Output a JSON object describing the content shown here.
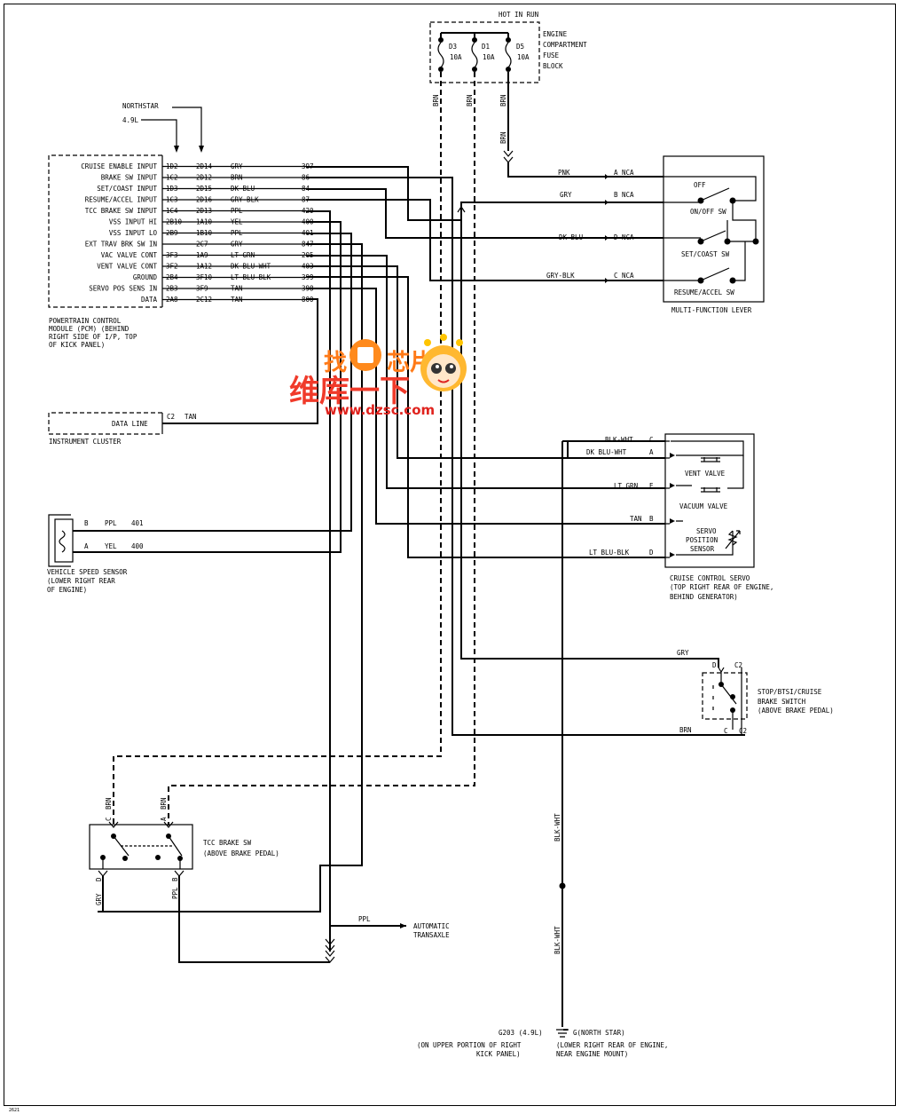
{
  "fuse_block": {
    "hot_label": "HOT IN RUN",
    "name_lines": [
      "ENGINE",
      "COMPARTMENT",
      "FUSE",
      "BLOCK"
    ],
    "fuses": [
      {
        "id": "D3",
        "rating": "10A"
      },
      {
        "id": "D1",
        "rating": "10A"
      },
      {
        "id": "D5",
        "rating": "10A"
      }
    ],
    "wire_labels": [
      "BRN",
      "BRN",
      "BRN",
      "BRN"
    ]
  },
  "engine_variants": [
    "NORTHSTAR",
    "4.9L"
  ],
  "pcm": {
    "pins": [
      {
        "label": "CRUISE ENABLE INPUT",
        "c1": "1D2",
        "c2": "2D14",
        "color": "GRY",
        "circuit": "397"
      },
      {
        "label": "BRAKE SW INPUT",
        "c1": "1C2",
        "c2": "2D12",
        "color": "BRN",
        "circuit": "86"
      },
      {
        "label": "SET/COAST INPUT",
        "c1": "1D3",
        "c2": "2D15",
        "color": "DK BLU",
        "circuit": "84"
      },
      {
        "label": "RESUME/ACCEL INPUT",
        "c1": "1C3",
        "c2": "2D16",
        "color": "GRY-BLK",
        "circuit": "87"
      },
      {
        "label": "TCC BRAKE SW INPUT",
        "c1": "1C4",
        "c2": "2D13",
        "color": "PPL",
        "circuit": "420"
      },
      {
        "label": "VSS INPUT HI",
        "c1": "2B10",
        "c2": "1A10",
        "color": "YEL",
        "circuit": "400"
      },
      {
        "label": "VSS INPUT LO",
        "c1": "2B9",
        "c2": "1B10",
        "color": "PPL",
        "circuit": "401"
      },
      {
        "label": "EXT TRAV BRK SW IN",
        "c1": "",
        "c2": "2C7",
        "color": "GRY",
        "circuit": "847"
      },
      {
        "label": "VAC VALVE CONT",
        "c1": "3F3",
        "c2": "1A9",
        "color": "LT GRN",
        "circuit": "205"
      },
      {
        "label": "VENT VALVE CONT",
        "c1": "3F2",
        "c2": "1A12",
        "color": "DK BLU-WHT",
        "circuit": "403"
      },
      {
        "label": "GROUND",
        "c1": "2B4",
        "c2": "3F10",
        "color": "LT BLU-BLK",
        "circuit": "399"
      },
      {
        "label": "SERVO POS SENS IN",
        "c1": "2B3",
        "c2": "3F9",
        "color": "TAN",
        "circuit": "398"
      },
      {
        "label": "DATA",
        "c1": "2A8",
        "c2": "2C12",
        "color": "TAN",
        "circuit": "800"
      }
    ],
    "caption": [
      "POWERTRAIN CONTROL",
      "MODULE (PCM)     (BEHIND",
      "RIGHT SIDE OF I/P, TOP",
      "OF KICK PANEL)"
    ]
  },
  "instrument_cluster": {
    "pin_label": "DATA LINE",
    "connector": "C2",
    "color": "TAN",
    "caption": "INSTRUMENT CLUSTER"
  },
  "vss": {
    "pins": [
      {
        "pin": "B",
        "color": "PPL",
        "circuit": "401"
      },
      {
        "pin": "A",
        "color": "YEL",
        "circuit": "400"
      }
    ],
    "caption": [
      "VEHICLE SPEED SENSOR",
      "(LOWER RIGHT REAR",
      "OF ENGINE)"
    ]
  },
  "multifunction_lever": {
    "inputs": [
      {
        "color": "PNK",
        "pin": "A NCA"
      },
      {
        "color": "GRY",
        "pin": "B NCA"
      },
      {
        "color": "DK BLU",
        "pin": "D NCA"
      },
      {
        "color": "GRY-BLK",
        "pin": "C NCA"
      }
    ],
    "switches": [
      "OFF",
      "ON/OFF SW",
      "SET/COAST SW",
      "RESUME/ACCEL SW"
    ],
    "caption": "MULTI-FUNCTION LEVER"
  },
  "cruise_servo": {
    "inputs": [
      {
        "color": "BLK-WHT",
        "pin": "C"
      },
      {
        "color": "DK BLU-WHT",
        "pin": "A"
      },
      {
        "color": "LT GRN",
        "pin": "E"
      },
      {
        "color": "TAN",
        "pin": "B"
      },
      {
        "color": "LT BLU-BLK",
        "pin": "D"
      }
    ],
    "parts": [
      "VENT VALVE",
      "VACUUM VALVE",
      "SERVO",
      "POSITION",
      "SENSOR"
    ],
    "caption": [
      "CRUISE CONTROL SERVO",
      "(TOP RIGHT REAR OF ENGINE,",
      "BEHIND GENERATOR)"
    ]
  },
  "stop_switch": {
    "top": {
      "color": "GRY",
      "pin": "D",
      "conn": "C2"
    },
    "bottom": {
      "color": "BRN",
      "pin": "C",
      "conn": "C2"
    },
    "caption": [
      "STOP/BTSI/CRUISE",
      "BRAKE SWITCH",
      "(ABOVE BRAKE PEDAL)"
    ]
  },
  "tcc_switch": {
    "top_pins": [
      {
        "pin": "C",
        "color": "BRN"
      },
      {
        "pin": "A",
        "color": "BRN"
      }
    ],
    "bottom_pins": [
      {
        "pin": "D",
        "color": "GRY"
      },
      {
        "pin": "B",
        "color": "PPL"
      }
    ],
    "caption": [
      "TCC BRAKE SW",
      "(ABOVE BRAKE PEDAL)"
    ]
  },
  "transaxle": {
    "color": "PPL",
    "label": [
      "AUTOMATIC",
      "TRANSAXLE"
    ]
  },
  "ground": {
    "wire_labels": [
      "BLK-WHT",
      "BLK-WHT"
    ],
    "g203": [
      "G203    (4.9L)",
      "(ON UPPER PORTION OF RIGHT",
      "KICK PANEL)"
    ],
    "gns": [
      "G(NORTH STAR)",
      "(LOWER RIGHT REAR OF ENGINE,",
      "NEAR ENGINE MOUNT)"
    ]
  },
  "watermark": {
    "line1": "找",
    "line1b": "芯片",
    "line2": "维库一下",
    "url": "www.dzsc.com"
  },
  "corner_code": "2621"
}
